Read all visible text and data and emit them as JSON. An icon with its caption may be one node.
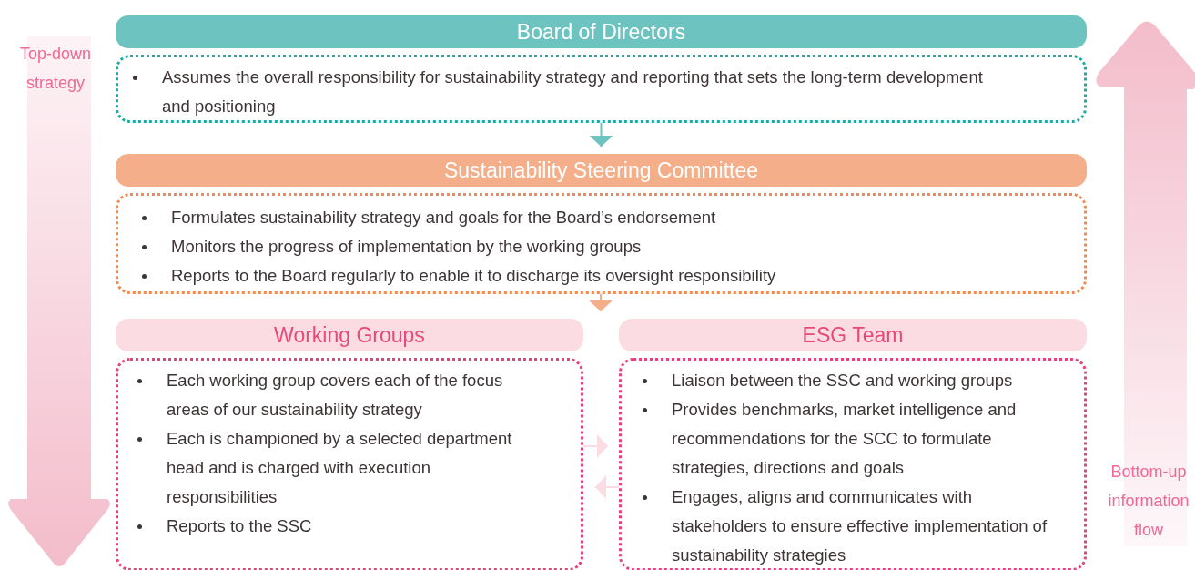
{
  "diagram": {
    "nodes": [
      {
        "text": [
          "Board of Directors",
          "Assumes the overall responsibility for sustainability strategy and reporting that sets the long-term development and positioning"
        ]
      },
      {
        "text": [
          "Sustainability Steering Committee",
          "Formulates sustainability strategy and goals for the Board’s endorsement",
          "Monitors the progress of implementation by the working groups",
          "Reports to the Board regularly to enable it to discharge its oversight responsibility"
        ]
      },
      {
        "text": [
          "Working Groups",
          "Each working group covers each of the focus areas of our sustainability strategy",
          "Each is championed by a selected department head and is charged with execution responsibilities",
          "Reports to the SSC"
        ]
      },
      {
        "text": [
          "ESG Team",
          "Liaison between the SSC and working groups",
          "Provides benchmarks, market intelligence and recommendations for the SCC to formulate strategies, directions and goals",
          "Engages, aligns and communicates with stakeholders to ensure effective implementation of sustainability strategies"
        ]
      }
    ],
    "edges": [
      {
        "from": 0,
        "to": 1,
        "arrow": "to",
        "color": "#6cc3c0"
      },
      {
        "from": 1,
        "to": 2,
        "arrow": "to",
        "color": "#f4ae8a"
      },
      {
        "from": 1,
        "to": 3,
        "arrow": "to",
        "color": "#f4ae8a"
      },
      {
        "from": 2,
        "to": 3,
        "arrow": "to",
        "color": "#fbdce3"
      },
      {
        "from": 3,
        "to": 2,
        "arrow": "to",
        "color": "#fbdce3"
      }
    ],
    "labels": [
      "Top-down strategy",
      "Bottom-up information flow"
    ]
  }
}
